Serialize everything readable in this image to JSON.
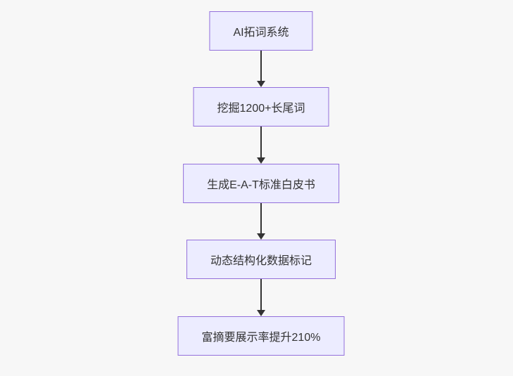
{
  "diagram": {
    "type": "flowchart",
    "direction": "top-down",
    "colors": {
      "node_fill": "#ECECFF",
      "node_border": "#9370DB",
      "node_text": "#333333",
      "arrow": "#333333",
      "background": "#f7f7f7"
    },
    "nodes": [
      {
        "id": "A",
        "label": "AI拓词系统"
      },
      {
        "id": "B",
        "label": "挖掘1200+长尾词"
      },
      {
        "id": "C",
        "label": "生成E-A-T标准白皮书"
      },
      {
        "id": "D",
        "label": "动态结构化数据标记"
      },
      {
        "id": "E",
        "label": "富摘要展示率提升210%"
      }
    ],
    "edges": [
      {
        "from": "A",
        "to": "B",
        "style": "arrow-down"
      },
      {
        "from": "B",
        "to": "C",
        "style": "arrow-down"
      },
      {
        "from": "C",
        "to": "D",
        "style": "arrow-down"
      },
      {
        "from": "D",
        "to": "E",
        "style": "arrow-down"
      }
    ]
  }
}
